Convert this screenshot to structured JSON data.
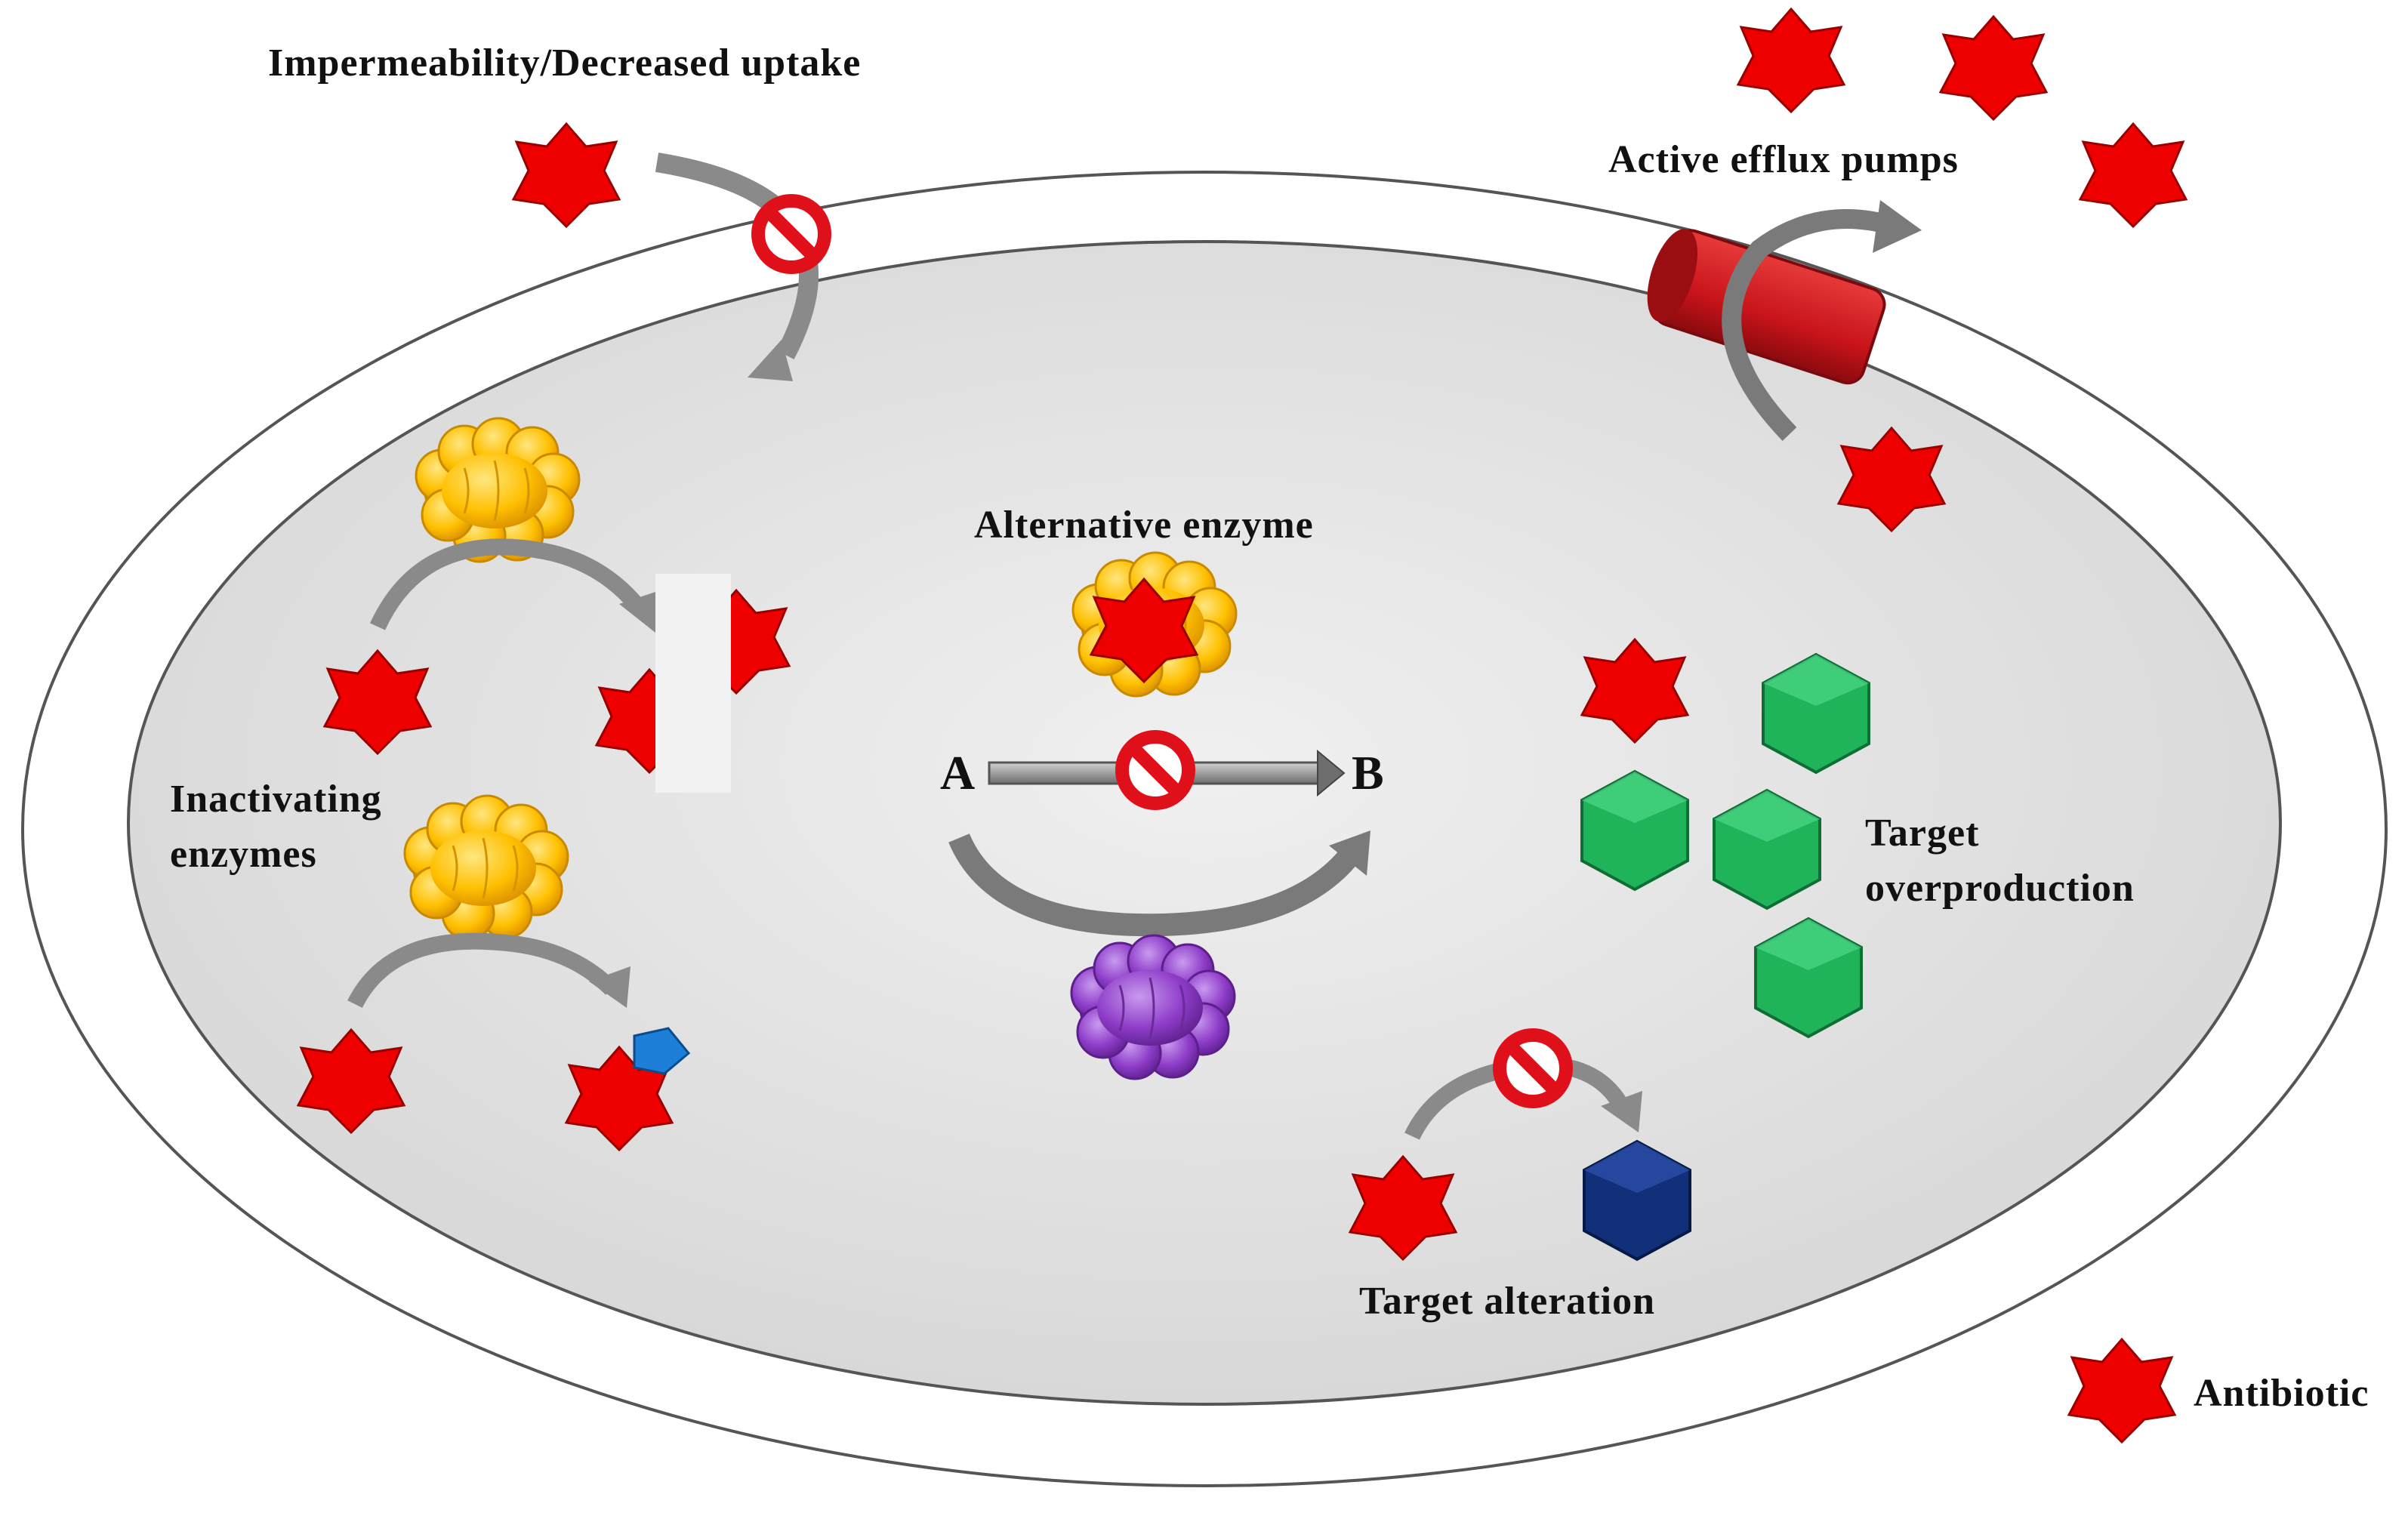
{
  "labels": {
    "impermeability": "Impermeability/Decreased  uptake",
    "efflux": "Active efflux pumps",
    "alternative_enzyme": "Alternative  enzyme",
    "inactivating_line1": "Inactivating",
    "inactivating_line2": "enzymes",
    "pathway_start": "A",
    "pathway_end": "B",
    "target_over_line1": "Target",
    "target_over_line2": "overproduction",
    "target_alteration": "Target  alteration",
    "legend_antibiotic": "Antibiotic"
  },
  "colors": {
    "antibiotic": "#ee0000",
    "enzyme_yellow": "#ffc000",
    "enzyme_purple": "#8e3cc8",
    "target_green": "#1fb35a",
    "target_altered": "#12307a",
    "fragment_blue": "#1e7fd8",
    "efflux_pump": "#c8141a",
    "inhibit_sign": "#e0101a",
    "arrow": "#808080",
    "cytoplasm": "#e4e4e4"
  },
  "icons": {
    "antibiotic": "red-star-icon",
    "inhibition": "no-sign-icon",
    "enzyme": "cloud-enzyme-icon",
    "target": "hexagon-target-icon"
  }
}
